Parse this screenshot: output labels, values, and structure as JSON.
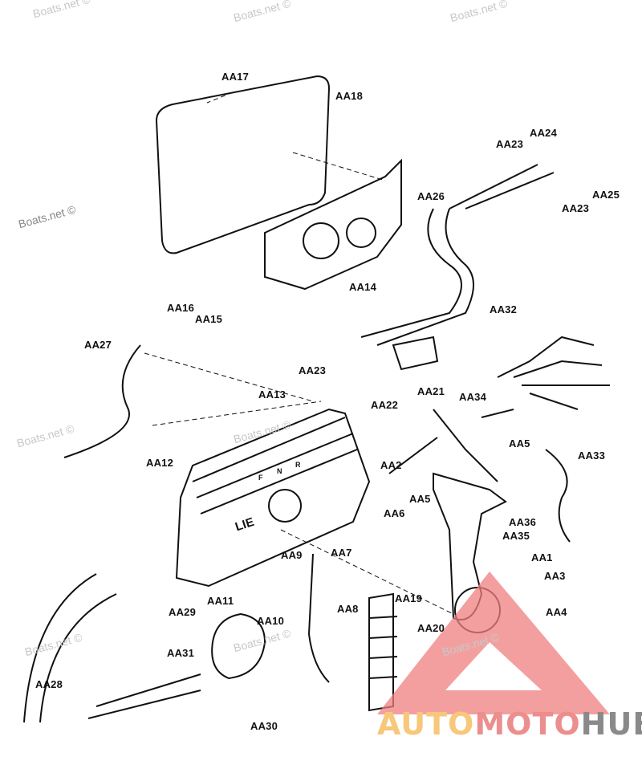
{
  "diagram": {
    "part_labels": [
      "AA17",
      "AA18",
      "AA23",
      "AA24",
      "AA25",
      "AA23",
      "AA26",
      "AA14",
      "AA16",
      "AA15",
      "AA32",
      "AA27",
      "AA23",
      "AA21",
      "AA22",
      "AA13",
      "AA34",
      "AA5",
      "AA33",
      "AA12",
      "AA2",
      "AA5",
      "AA6",
      "AA36",
      "AA35",
      "AA9",
      "AA7",
      "AA1",
      "AA3",
      "AA11",
      "AA10",
      "AA29",
      "AA8",
      "AA19",
      "AA20",
      "AA4",
      "AA31",
      "AA28",
      "AA30"
    ],
    "control_letters": [
      "F",
      "N",
      "R"
    ],
    "housing_logo": "LIE"
  },
  "watermark": "Boats.net ©",
  "brand": {
    "part1": "AUTO",
    "part2": "MOTO",
    "part3": "HUB",
    "colors": {
      "auto": "#f7c77a",
      "moto": "#ec8e8e",
      "hub": "#8a8a8a",
      "triangle": "#ef7f7f"
    }
  }
}
